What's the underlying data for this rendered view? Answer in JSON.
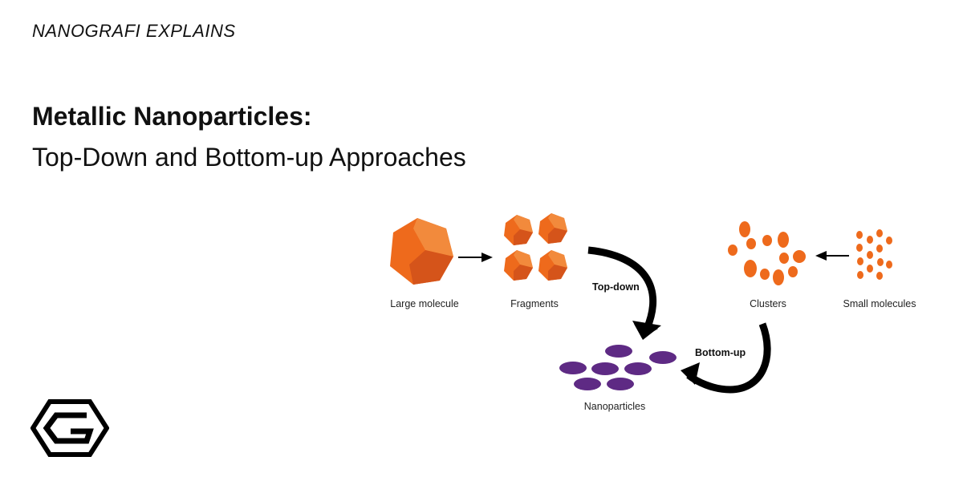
{
  "header": {
    "kicker": "NANOGRAFI EXPLAINS",
    "title_bold": "Metallic Nanoparticles:",
    "title_light": "Top-Down and Bottom-up Approaches"
  },
  "diagram": {
    "labels": {
      "large_molecule": "Large molecule",
      "fragments": "Fragments",
      "top_down": "Top-down",
      "clusters": "Clusters",
      "small_molecules": "Small molecules",
      "bottom_up": "Bottom-up",
      "nanoparticles": "Nanoparticles"
    },
    "colors": {
      "orange": "#EE6A1C",
      "orange_dark": "#D5541A",
      "orange_light": "#F28A3C",
      "purple": "#5E2A84",
      "arrow": "#000000"
    }
  },
  "logo": {
    "icon": "nanografi-g-hexagon-logo"
  }
}
